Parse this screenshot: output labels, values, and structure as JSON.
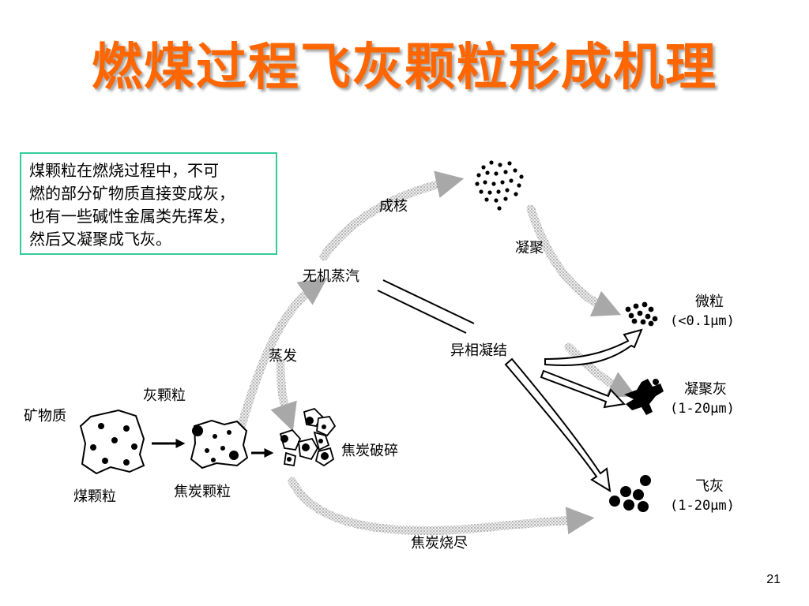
{
  "slide": {
    "title": "燃煤过程飞灰颗粒形成机理",
    "description": "煤颗粒在燃烧过程中，不可\n燃的部分矿物质直接变成灰，\n也有一些碱性金属类先挥发，\n然后又凝聚成飞灰。",
    "page_number": "21"
  },
  "labels": {
    "mineral": "矿物质",
    "coal_particle": "煤颗粒",
    "ash_particle": "灰颗粒",
    "char_particle": "焦炭颗粒",
    "char_fragmentation": "焦炭破碎",
    "char_burnout": "焦炭烧尽",
    "evaporation": "蒸发",
    "inorganic_vapor": "无机蒸汽",
    "nucleation": "成核",
    "coagulation": "凝聚",
    "heterogeneous_condensation": "异相凝结",
    "fine_particle": "微粒",
    "fine_particle_size": "(<0.1μm)",
    "agglomerated_ash": "凝聚灰",
    "agglomerated_ash_size": "(1-20μm)",
    "fly_ash": "飞灰",
    "fly_ash_size": "(1-20μm)"
  },
  "colors": {
    "title": "#ff6600",
    "box_border": "#33cc99",
    "arrow_hatch": "#9a9a9a"
  }
}
